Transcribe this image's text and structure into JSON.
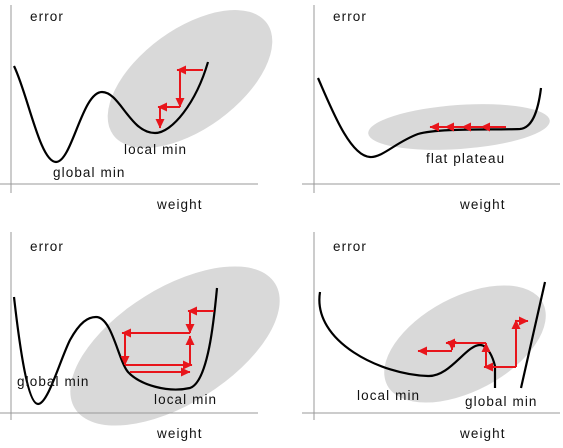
{
  "panels": [
    {
      "ylabel": "error",
      "xlabel": "weight",
      "annotations": [
        "local min",
        "global min"
      ]
    },
    {
      "ylabel": "error",
      "xlabel": "weight",
      "annotations": [
        "flat plateau"
      ]
    },
    {
      "ylabel": "error",
      "xlabel": "weight",
      "annotations": [
        "global min",
        "local min"
      ]
    },
    {
      "ylabel": "error",
      "xlabel": "weight",
      "annotations": [
        "local min",
        "global min"
      ]
    }
  ],
  "colors": {
    "curve": "#000000",
    "step_arrows": "#e8151b",
    "highlight_region": "#d9d9d9",
    "axes": "#999999"
  }
}
